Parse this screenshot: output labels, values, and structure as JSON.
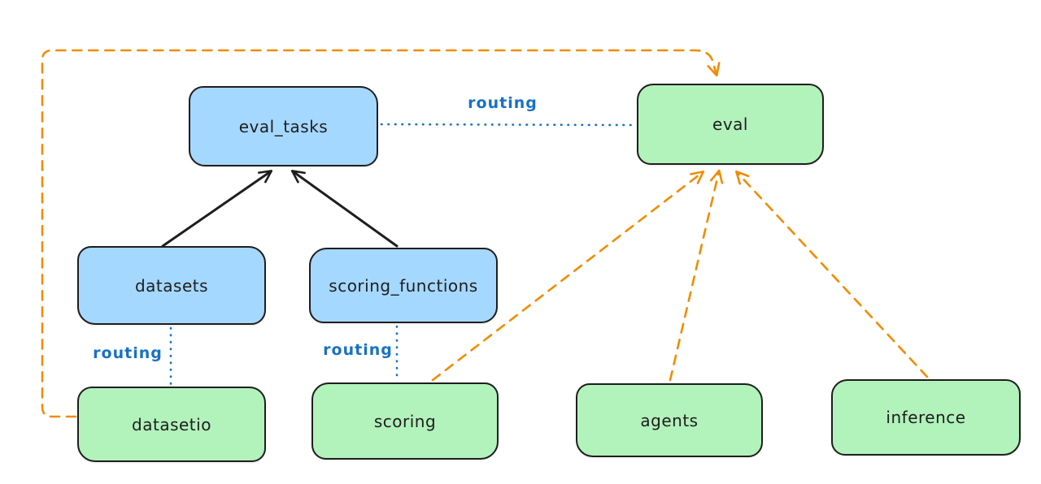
{
  "diagram": {
    "style": "hand-drawn architecture diagram",
    "background": "#ffffff",
    "colors": {
      "api_node_fill": "#a5d8ff",
      "provider_node_fill": "#b2f2bb",
      "node_stroke": "#1e1e1e",
      "routing_line": "#1971c2",
      "dependency_line": "#f08c00",
      "inheritance_line": "#1e1e1e"
    },
    "nodes": [
      {
        "id": "eval_tasks",
        "label": "eval_tasks",
        "fill": "blue"
      },
      {
        "id": "eval",
        "label": "eval",
        "fill": "green"
      },
      {
        "id": "datasets",
        "label": "datasets",
        "fill": "blue"
      },
      {
        "id": "scoring_functions",
        "label": "scoring_functions",
        "fill": "blue"
      },
      {
        "id": "datasetio",
        "label": "datasetio",
        "fill": "green"
      },
      {
        "id": "scoring",
        "label": "scoring",
        "fill": "green"
      },
      {
        "id": "agents",
        "label": "agents",
        "fill": "green"
      },
      {
        "id": "inference",
        "label": "inference",
        "fill": "green"
      }
    ],
    "edges": [
      {
        "from": "datasets",
        "to": "eval_tasks",
        "style": "solid-black-arrow"
      },
      {
        "from": "scoring_functions",
        "to": "eval_tasks",
        "style": "solid-black-arrow"
      },
      {
        "from": "eval_tasks",
        "to": "eval",
        "style": "dotted-blue",
        "label": "routing"
      },
      {
        "from": "datasets",
        "to": "datasetio",
        "style": "dotted-blue",
        "label": "routing"
      },
      {
        "from": "scoring_functions",
        "to": "scoring",
        "style": "dotted-blue",
        "label": "routing"
      },
      {
        "from": "datasetio",
        "to": "eval",
        "style": "dashed-orange-arrow"
      },
      {
        "from": "scoring",
        "to": "eval",
        "style": "dashed-orange-arrow"
      },
      {
        "from": "agents",
        "to": "eval",
        "style": "dashed-orange-arrow"
      },
      {
        "from": "inference",
        "to": "eval",
        "style": "dashed-orange-arrow"
      }
    ]
  }
}
